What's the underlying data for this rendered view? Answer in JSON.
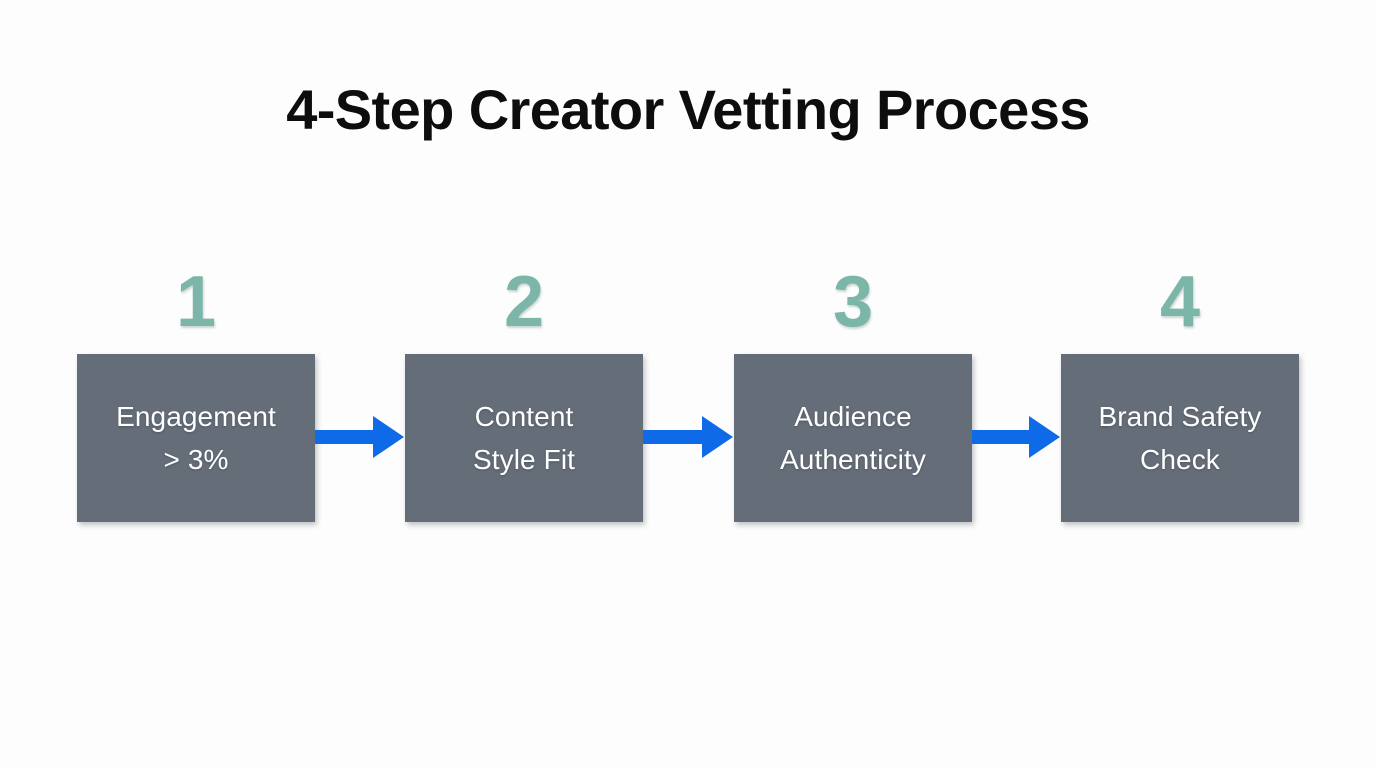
{
  "slide": {
    "title": "4-Step Creator Vetting Process",
    "background_color": "#fdfdfd",
    "title_color": "#0d0d0d"
  },
  "theme": {
    "box_fill": "#656d78",
    "box_text_color": "#ffffff",
    "number_color": "#7cb6a9",
    "arrow_color": "#0f6ae8"
  },
  "steps": [
    {
      "number": "1",
      "label": "Engagement\n> 3%",
      "line1": "Engagement",
      "line2": "> 3%"
    },
    {
      "number": "2",
      "label": "Content\nStyle Fit",
      "line1": "Content",
      "line2": "Style Fit"
    },
    {
      "number": "3",
      "label": "Audience\nAuthenticity",
      "line1": "Audience",
      "line2": "Authenticity"
    },
    {
      "number": "4",
      "label": "Brand Safety\nCheck",
      "line1": "Brand Safety",
      "line2": "Check"
    }
  ],
  "connectors": [
    {
      "name": "arrow-1-to-2",
      "direction": "right"
    },
    {
      "name": "arrow-2-to-3",
      "direction": "right"
    },
    {
      "name": "arrow-3-to-4",
      "direction": "right"
    }
  ]
}
